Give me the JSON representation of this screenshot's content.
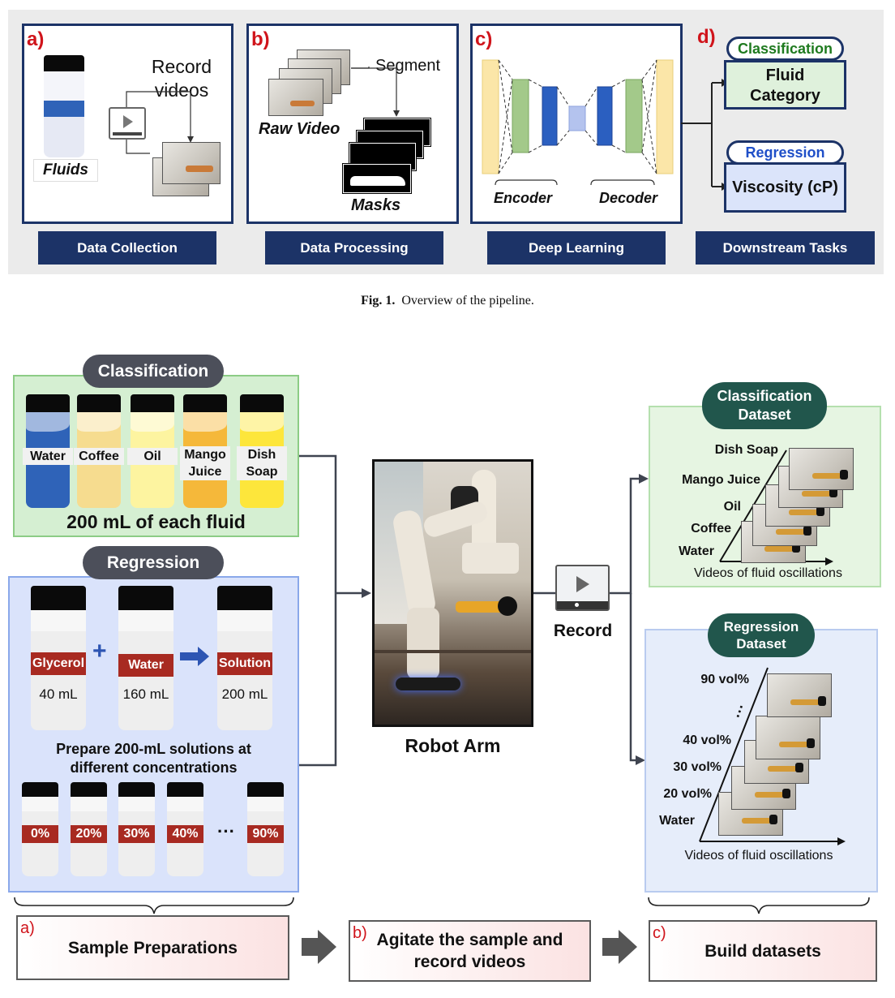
{
  "figure1": {
    "panel_a": {
      "letter": "a)",
      "text_line1": "Record",
      "text_line2": "videos",
      "fluids_label": "Fluids",
      "button": "Data Collection"
    },
    "panel_b": {
      "letter": "b)",
      "segment_label": "Segment",
      "raw_video_label": "Raw Video",
      "masks_label": "Masks",
      "button": "Data Processing"
    },
    "panel_c": {
      "letter": "c)",
      "encoder_label": "Encoder",
      "decoder_label": "Decoder",
      "button": "Deep Learning"
    },
    "panel_d": {
      "letter": "d)",
      "classification_pill": "Classification",
      "fluid_category_line1": "Fluid",
      "fluid_category_line2": "Category",
      "regression_pill": "Regression",
      "viscosity_label": "Viscosity (cP)",
      "button": "Downstream Tasks"
    },
    "caption_prefix": "Fig. 1.",
    "caption_text": "Overview of the pipeline."
  },
  "figure2": {
    "classification": {
      "title": "Classification",
      "fluids": [
        {
          "label": "Water",
          "color": "#2f63b8"
        },
        {
          "label": "Coffee",
          "color": "#f6dc8f"
        },
        {
          "label": "Oil",
          "color": "#fdf4a0"
        },
        {
          "label": "Mango\nJuice",
          "label_line1": "Mango",
          "label_line2": "Juice",
          "color": "#f5b83a"
        },
        {
          "label": "Dish\nSoap",
          "label_line1": "Dish",
          "label_line2": "Soap",
          "color": "#fde63b"
        }
      ],
      "amount_text": "200 mL of  each fluid"
    },
    "regression": {
      "title": "Regression",
      "glycerol": {
        "label": "Glycerol",
        "volume": "40 mL"
      },
      "water": {
        "label": "Water",
        "volume": "160 mL"
      },
      "solution": {
        "label": "Solution",
        "volume": "200 mL"
      },
      "prepare_text_line1": "Prepare 200-mL solutions at",
      "prepare_text_line2": "different concentrations",
      "concentrations": [
        "0%",
        "20%",
        "30%",
        "40%",
        "90%"
      ],
      "ellipsis": "···"
    },
    "robot_arm_label": "Robot Arm",
    "record_label": "Record",
    "classification_dataset": {
      "title_line1": "Classification",
      "title_line2": "Dataset",
      "items": [
        "Dish Soap",
        "Mango Juice",
        "Oil",
        "Coffee",
        "Water"
      ],
      "axis_label": "Videos of fluid oscillations"
    },
    "regression_dataset": {
      "title_line1": "Regression",
      "title_line2": "Dataset",
      "items": [
        "90 vol%",
        "40 vol%",
        "30 vol%",
        "20 vol%",
        "Water"
      ],
      "ellipsis": "···",
      "axis_label": "Videos of fluid oscillations"
    },
    "steps": [
      {
        "letter": "a)",
        "text": "Sample Preparations"
      },
      {
        "letter": "b)",
        "text_line1": "Agitate the sample and",
        "text_line2": "record videos"
      },
      {
        "letter": "c)",
        "text": "Build datasets"
      }
    ],
    "colors": {
      "navy": "#1c3367",
      "red_label": "#a82a21",
      "teal": "#21564c",
      "panel_letter": "#d0141b"
    }
  }
}
